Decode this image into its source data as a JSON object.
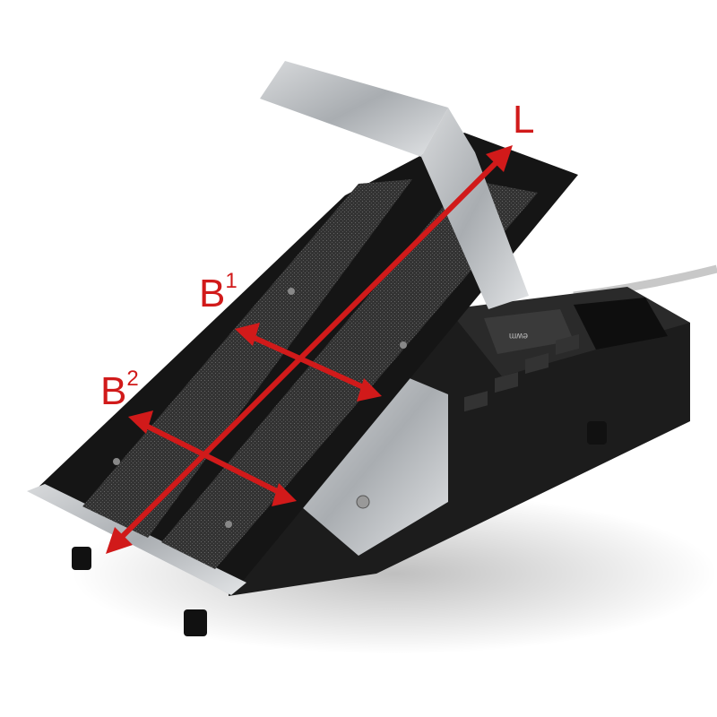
{
  "labels": {
    "length": {
      "text": "L"
    },
    "width_1": {
      "text": "B",
      "index": "1"
    },
    "width_2": {
      "text": "B",
      "index": "2"
    }
  },
  "device_logo": "ewm",
  "colors": {
    "arrow": "#d11a1a",
    "body": "#1c1c1c",
    "metal": "#b9bcbf",
    "grip": "#3a3a3a"
  }
}
